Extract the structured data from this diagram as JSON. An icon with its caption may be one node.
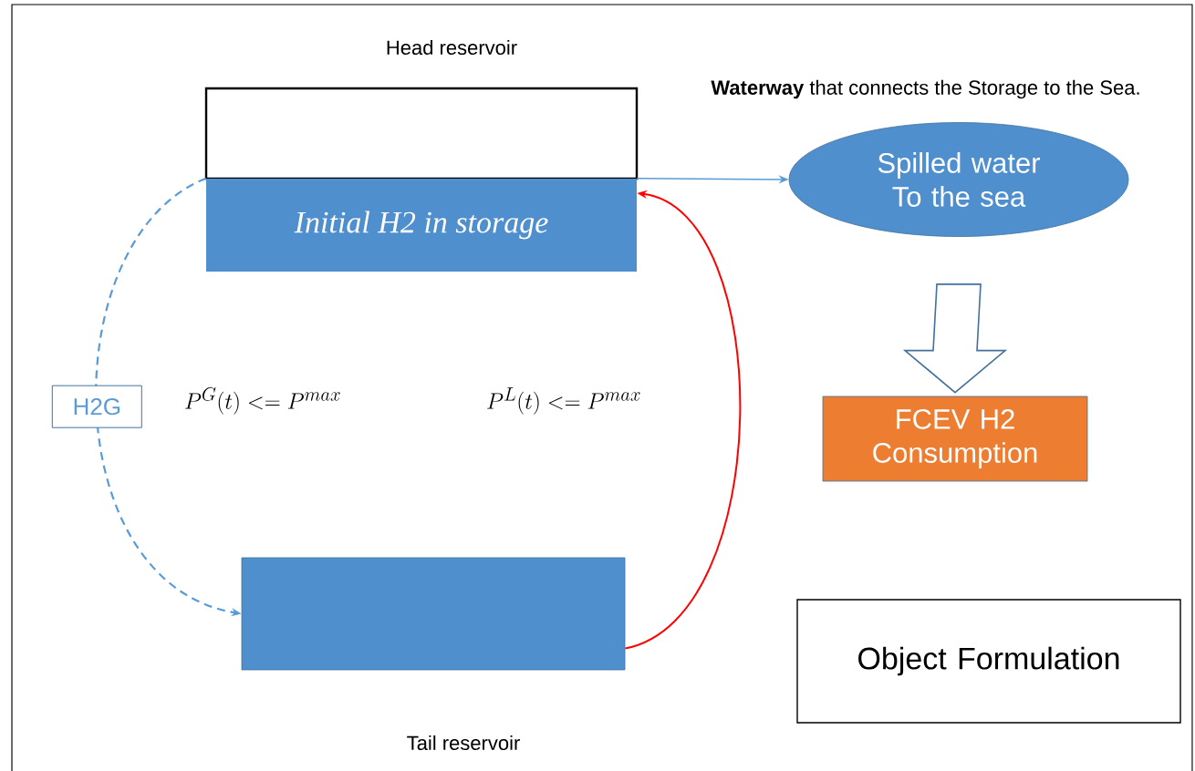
{
  "diagram": {
    "nodes": [
      {
        "text": [
          "Head reservoir"
        ]
      },
      {
        "text": [
          "Initial H2 in storage"
        ]
      },
      {
        "text": [
          "Spilled water To the sea"
        ]
      },
      {
        "text": [
          "FCEV H2 Consumption"
        ]
      },
      {
        "text": [
          "Tail reservoir"
        ]
      },
      {
        "text": [
          "Object Formulation"
        ]
      }
    ],
    "edges": [
      {
        "from": 1,
        "to": 2,
        "arrow": "to",
        "color": "#5b9bd5"
      },
      {
        "from": 2,
        "to": 3,
        "arrow": "to",
        "style": "thick"
      },
      {
        "from": 4,
        "to": 1,
        "arrow": "to",
        "color": "#ff0000"
      },
      {
        "from": 1,
        "to": 4,
        "arrow": "to",
        "style": "dashed",
        "color": "#5b9bd5",
        "label": "H2G"
      }
    ],
    "labels": [
      "**Waterway** that connects the Storage to the Sea.",
      "P^{G}(t) <= P^{max}",
      "P^{L}(t) <= P^{max}"
    ]
  }
}
